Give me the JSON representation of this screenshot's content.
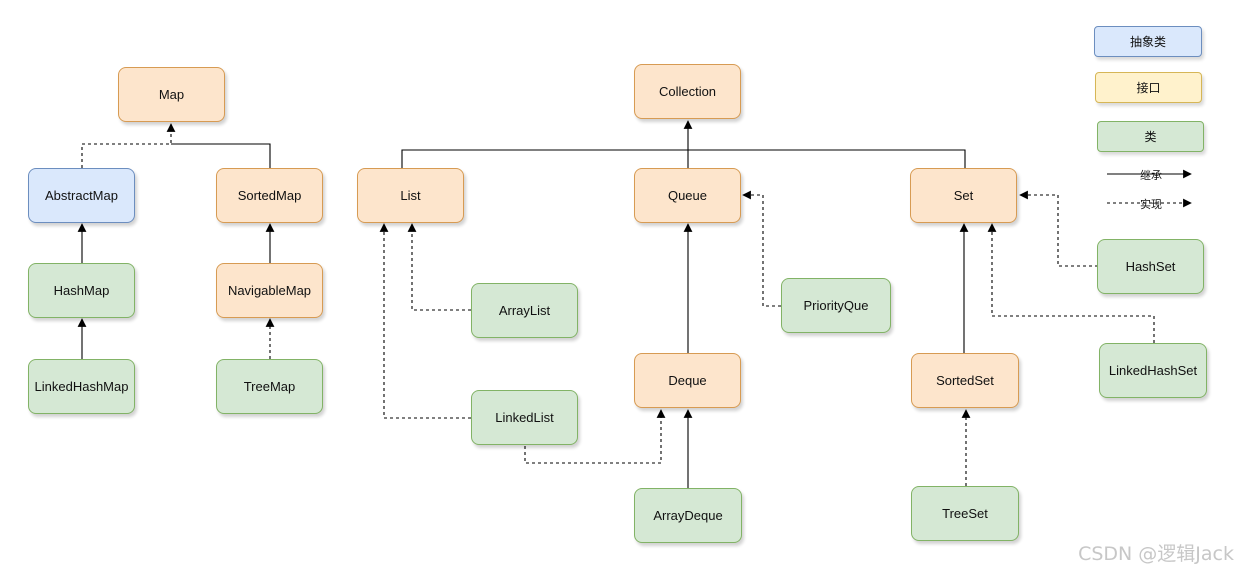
{
  "nodes": {
    "map": "Map",
    "abstract_map": "AbstractMap",
    "sorted_map": "SortedMap",
    "hash_map": "HashMap",
    "navigable_map": "NavigableMap",
    "linked_hash_map": "LinkedHashMap",
    "tree_map": "TreeMap",
    "collection": "Collection",
    "list": "List",
    "queue": "Queue",
    "set": "Set",
    "array_list": "ArrayList",
    "linked_list": "LinkedList",
    "priority_queue": "PriorityQue",
    "deque": "Deque",
    "array_deque": "ArrayDeque",
    "sorted_set": "SortedSet",
    "tree_set": "TreeSet",
    "hash_set": "HashSet",
    "linked_hash_set": "LinkedHashSet"
  },
  "legend": {
    "abstract_class": "抽象类",
    "interface": "接口",
    "class": "类",
    "inherit": "继承",
    "implement": "实现"
  },
  "colors": {
    "interface_fill": "#fde5cc",
    "class_fill": "#d5e8d4",
    "abstract_fill": "#dae8fc"
  },
  "watermark": "CSDN @逻辑Jack"
}
